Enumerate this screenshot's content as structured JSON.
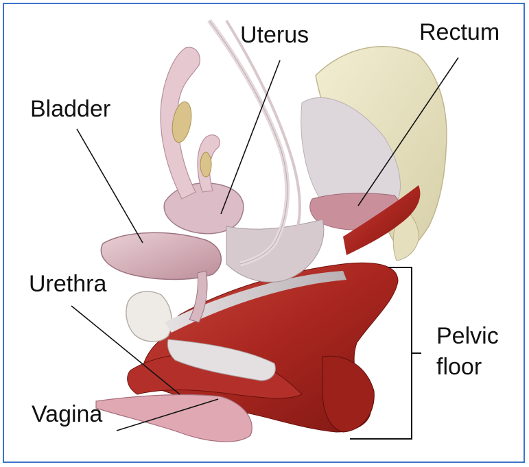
{
  "labels": {
    "uterus": "Uterus",
    "rectum": "Rectum",
    "bladder": "Bladder",
    "urethra": "Urethra",
    "vagina": "Vagina",
    "pelvic_floor_line1": "Pelvic",
    "pelvic_floor_line2": "floor"
  },
  "colors": {
    "frame_border": "#3b73c9",
    "bone": "#e9e4c4",
    "muscle": "#b32a24",
    "organ_pink": "#d8b2bd",
    "leader_line": "#111111"
  }
}
